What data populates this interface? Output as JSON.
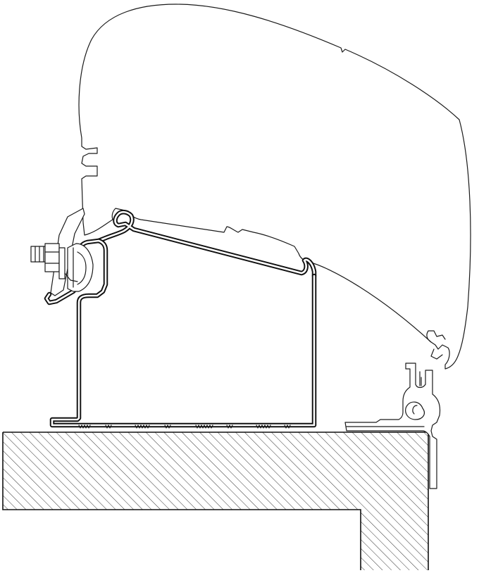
{
  "colors": {
    "line": "#1a1a1a",
    "background": "#ffffff",
    "hatch": "#222222"
  },
  "parts": [
    "awning-cassette",
    "awning-mounting-rail",
    "adapter-profile",
    "bolt-assembly",
    "wall-clip-profile",
    "vehicle-roof-section"
  ]
}
